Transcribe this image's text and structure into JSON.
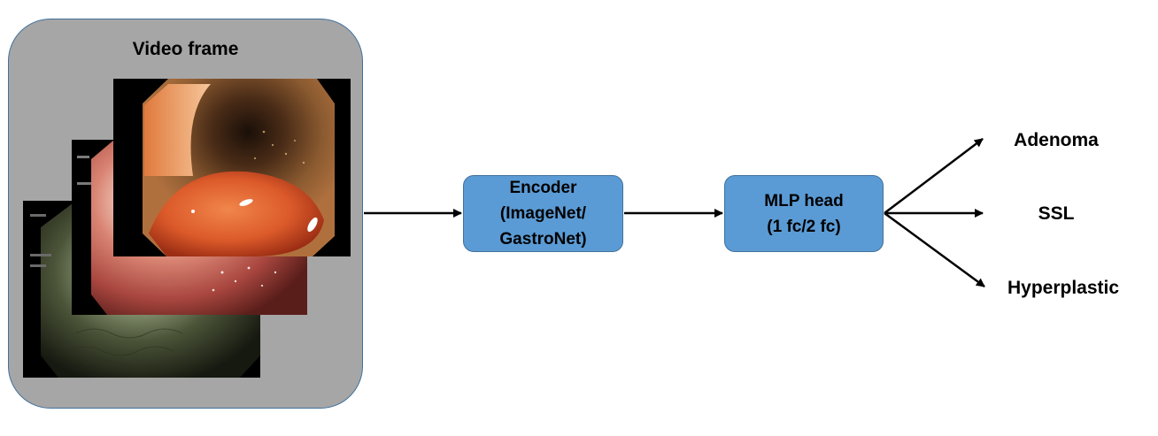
{
  "video_frame": {
    "title": "Video frame"
  },
  "encoder": {
    "line1": "Encoder",
    "line2": "(ImageNet/",
    "line3": "GastroNet)"
  },
  "mlp_head": {
    "line1": "MLP head",
    "line2": "(1 fc/2 fc)"
  },
  "outputs": [
    "Adenoma",
    "SSL",
    "Hyperplastic"
  ],
  "colors": {
    "group_fill": "#a6a6a6",
    "box_fill": "#5b9bd5",
    "box_border": "#41719c",
    "arrow": "#000000"
  }
}
